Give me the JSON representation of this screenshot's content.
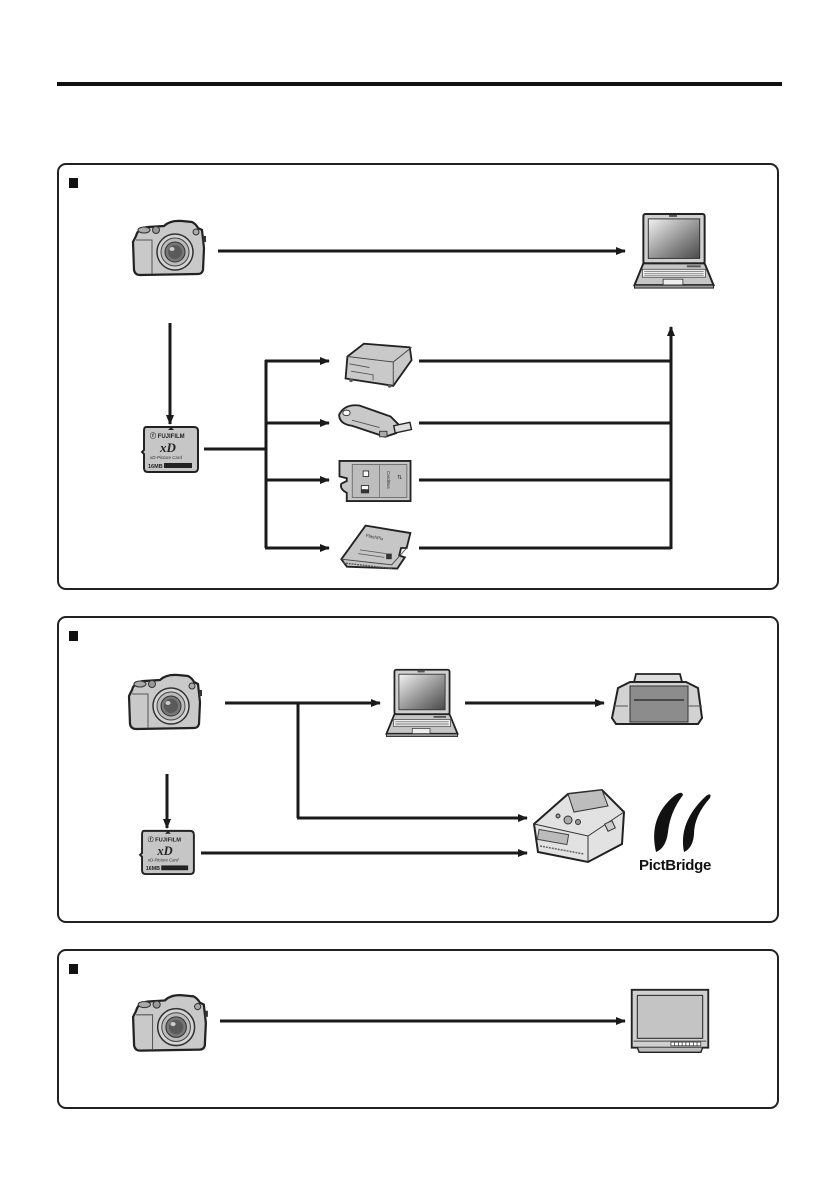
{
  "page": {
    "title": "",
    "heading_text": ""
  },
  "panels": [
    {
      "id": "viewing-on-computer",
      "heading": "",
      "nodes": [
        "camera",
        "computer",
        "xd-picture-card",
        "usb-card-reader",
        "usb-flash-drive-adapter",
        "pc-card-adapter",
        "compactflash-card-adapter"
      ]
    },
    {
      "id": "printing",
      "heading": "",
      "nodes": [
        "camera",
        "computer",
        "printer",
        "pictbridge-printer",
        "xd-picture-card"
      ],
      "logo_text": "PictBridge"
    },
    {
      "id": "viewing-on-tv",
      "heading": "",
      "nodes": [
        "camera",
        "television"
      ]
    }
  ],
  "card": {
    "brand": "FUJIFILM",
    "logo": "xD",
    "type": "xD-Picture Card",
    "capacity": "16MB"
  },
  "colors": {
    "line": "#1a1a1a",
    "device_fill": "#c8c8c8",
    "device_dark": "#6e6e6e",
    "outline": "#222222"
  }
}
